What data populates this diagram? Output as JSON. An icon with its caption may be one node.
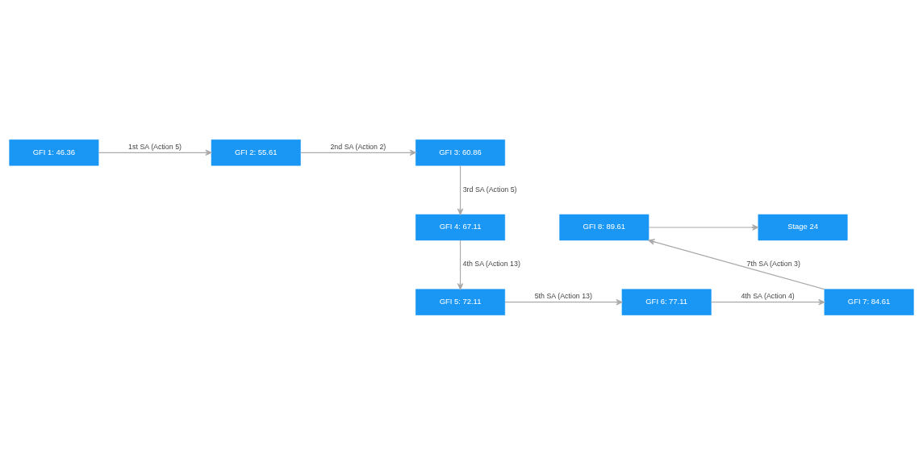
{
  "diagram": {
    "nodes": [
      {
        "text": [
          "GFI 1: 46.36"
        ]
      },
      {
        "text": [
          "GFI 2: 55.61"
        ]
      },
      {
        "text": [
          "GFI 3: 60.86"
        ]
      },
      {
        "text": [
          "GFI 4: 67.11"
        ]
      },
      {
        "text": [
          "GFI 5: 72.11"
        ]
      },
      {
        "text": [
          "GFI 6: 77.11"
        ]
      },
      {
        "text": [
          "GFI 7: 84.61"
        ]
      },
      {
        "text": [
          "GFI 8: 89.61"
        ]
      },
      {
        "text": [
          "Stage 24"
        ]
      }
    ],
    "edges": [
      {
        "from": 0,
        "to": 1,
        "arrow": "to",
        "label": "1st SA (Action 5)"
      },
      {
        "from": 1,
        "to": 2,
        "arrow": "to",
        "label": "2nd SA (Action 2)"
      },
      {
        "from": 2,
        "to": 3,
        "arrow": "to",
        "label": "3rd SA (Action 5)"
      },
      {
        "from": 3,
        "to": 4,
        "arrow": "to",
        "label": "4th SA (Action 13)"
      },
      {
        "from": 4,
        "to": 5,
        "arrow": "to",
        "label": "5th SA (Action 13)"
      },
      {
        "from": 5,
        "to": 6,
        "arrow": "to",
        "label": "4th SA (Action 4)"
      },
      {
        "from": 6,
        "to": 7,
        "arrow": "to",
        "label": "7th SA (Action 3)"
      },
      {
        "from": 7,
        "to": 8,
        "arrow": "to"
      }
    ]
  }
}
